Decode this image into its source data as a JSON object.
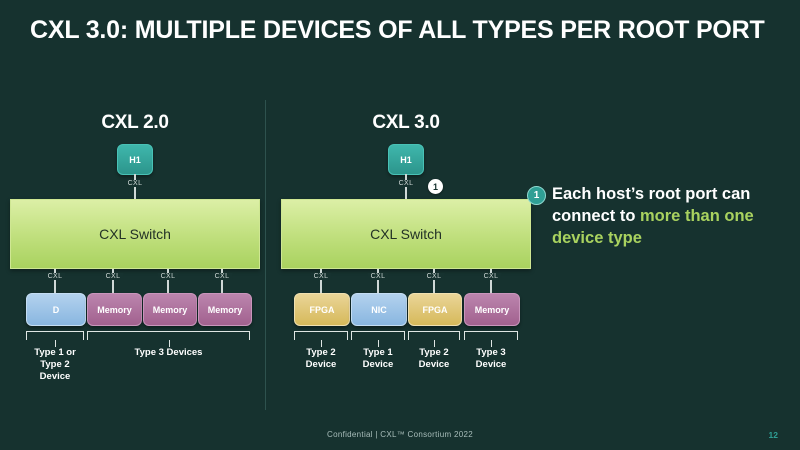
{
  "slide": {
    "title": "CXL 3.0: MULTIPLE DEVICES OF ALL TYPES PER ROOT PORT",
    "page_number": "12",
    "footer": "Confidential  |  CXL™ Consortium 2022",
    "background_color": "#16322f",
    "accent_color": "#2f9f95",
    "highlight_color": "#a9d25f"
  },
  "panels": [
    {
      "id": "cxl20",
      "title": "CXL 2.0",
      "host": {
        "label": "H1",
        "color": "#35a89e"
      },
      "host_link": {
        "label": "CXL",
        "badge": null
      },
      "switch": {
        "label": "CXL Switch",
        "color": "#bfdf7c"
      },
      "device_link_label": "CXL",
      "devices": [
        {
          "label": "D",
          "kind": "d",
          "color": "#9dc4e8"
        },
        {
          "label": "Memory",
          "kind": "memory",
          "color": "#ab6f9e"
        },
        {
          "label": "Memory",
          "kind": "memory",
          "color": "#ab6f9e"
        },
        {
          "label": "Memory",
          "kind": "memory",
          "color": "#ab6f9e"
        }
      ],
      "groups": [
        {
          "caption": "Type 1 or\nType 2\nDevice",
          "span_start": 0,
          "span_end": 0
        },
        {
          "caption": "Type 3 Devices",
          "span_start": 1,
          "span_end": 3
        }
      ]
    },
    {
      "id": "cxl30",
      "title": "CXL 3.0",
      "host": {
        "label": "H1",
        "color": "#35a89e"
      },
      "host_link": {
        "label": "CXL",
        "badge": "1"
      },
      "switch": {
        "label": "CXL Switch",
        "color": "#bfdf7c"
      },
      "device_link_label": "CXL",
      "devices": [
        {
          "label": "FPGA",
          "kind": "fpga",
          "color": "#e0c870"
        },
        {
          "label": "NIC",
          "kind": "nic",
          "color": "#9dc4e8"
        },
        {
          "label": "FPGA",
          "kind": "fpga",
          "color": "#e0c870"
        },
        {
          "label": "Memory",
          "kind": "memory",
          "color": "#ab6f9e"
        }
      ],
      "groups": [
        {
          "caption": "Type 2\nDevice",
          "span_start": 0,
          "span_end": 0
        },
        {
          "caption": "Type 1\nDevice",
          "span_start": 1,
          "span_end": 1
        },
        {
          "caption": "Type 2\nDevice",
          "span_start": 2,
          "span_end": 2
        },
        {
          "caption": "Type 3\nDevice",
          "span_start": 3,
          "span_end": 3
        }
      ]
    }
  ],
  "callout": {
    "number": "1",
    "text_plain": "Each host's root port can connect to more than one device type",
    "text_white": "Each host’s root port can connect to ",
    "text_highlight": "more than one device type"
  }
}
